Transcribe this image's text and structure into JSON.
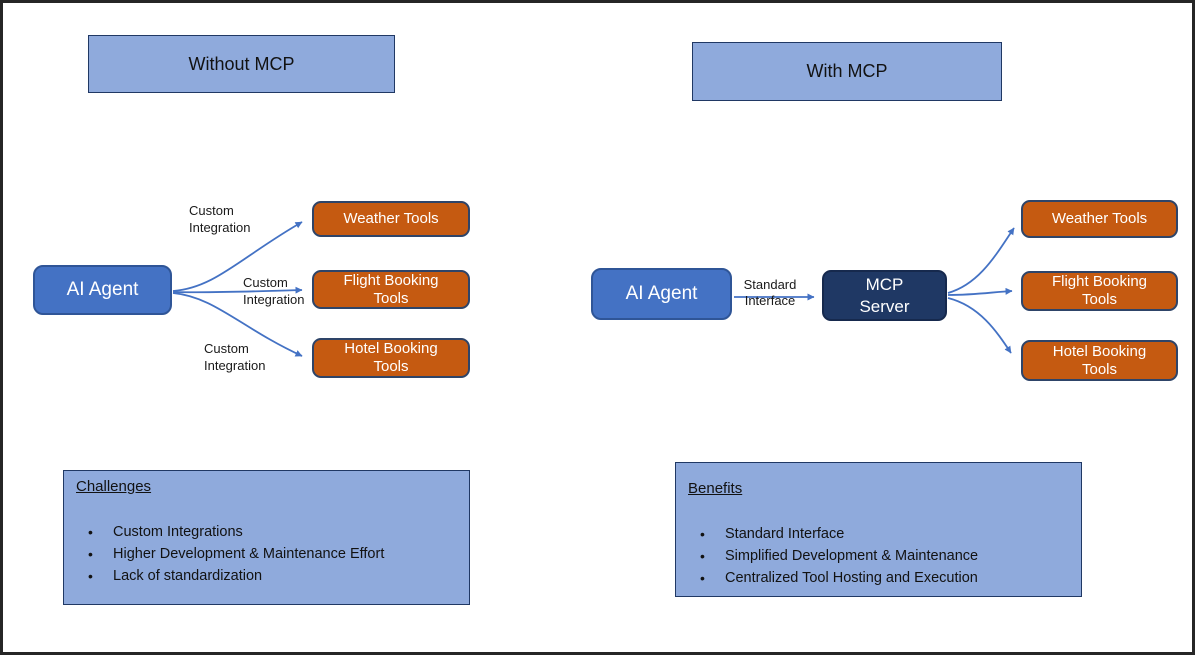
{
  "left": {
    "header": "Without MCP",
    "agent": "AI Agent",
    "edge_labels": [
      "Custom Integration",
      "Custom Integration",
      "Custom Integration"
    ],
    "tools": [
      "Weather Tools",
      "Flight Booking Tools",
      "Hotel Booking Tools"
    ],
    "notes": {
      "title": "Challenges",
      "items": [
        "Custom Integrations",
        "Higher Development & Maintenance Effort",
        "Lack of standardization"
      ]
    }
  },
  "right": {
    "header": "With MCP",
    "agent": "AI Agent",
    "edge_label": "Standard Interface",
    "server_lines": [
      "MCP",
      "Server"
    ],
    "tools": [
      "Weather Tools",
      "Flight Booking Tools",
      "Hotel Booking Tools"
    ],
    "notes": {
      "title": "Benefits",
      "items": [
        "Standard Interface",
        "Simplified Development & Maintenance",
        "Centralized Tool Hosting and Execution"
      ]
    }
  },
  "colors": {
    "light_blue_fill": "#8FAADC",
    "agent_blue_fill": "#4472C4",
    "server_navy_fill": "#1F3864",
    "tool_orange_fill": "#C55A11",
    "arrow_blue": "#4472C4",
    "outline_navy": "#203864"
  }
}
